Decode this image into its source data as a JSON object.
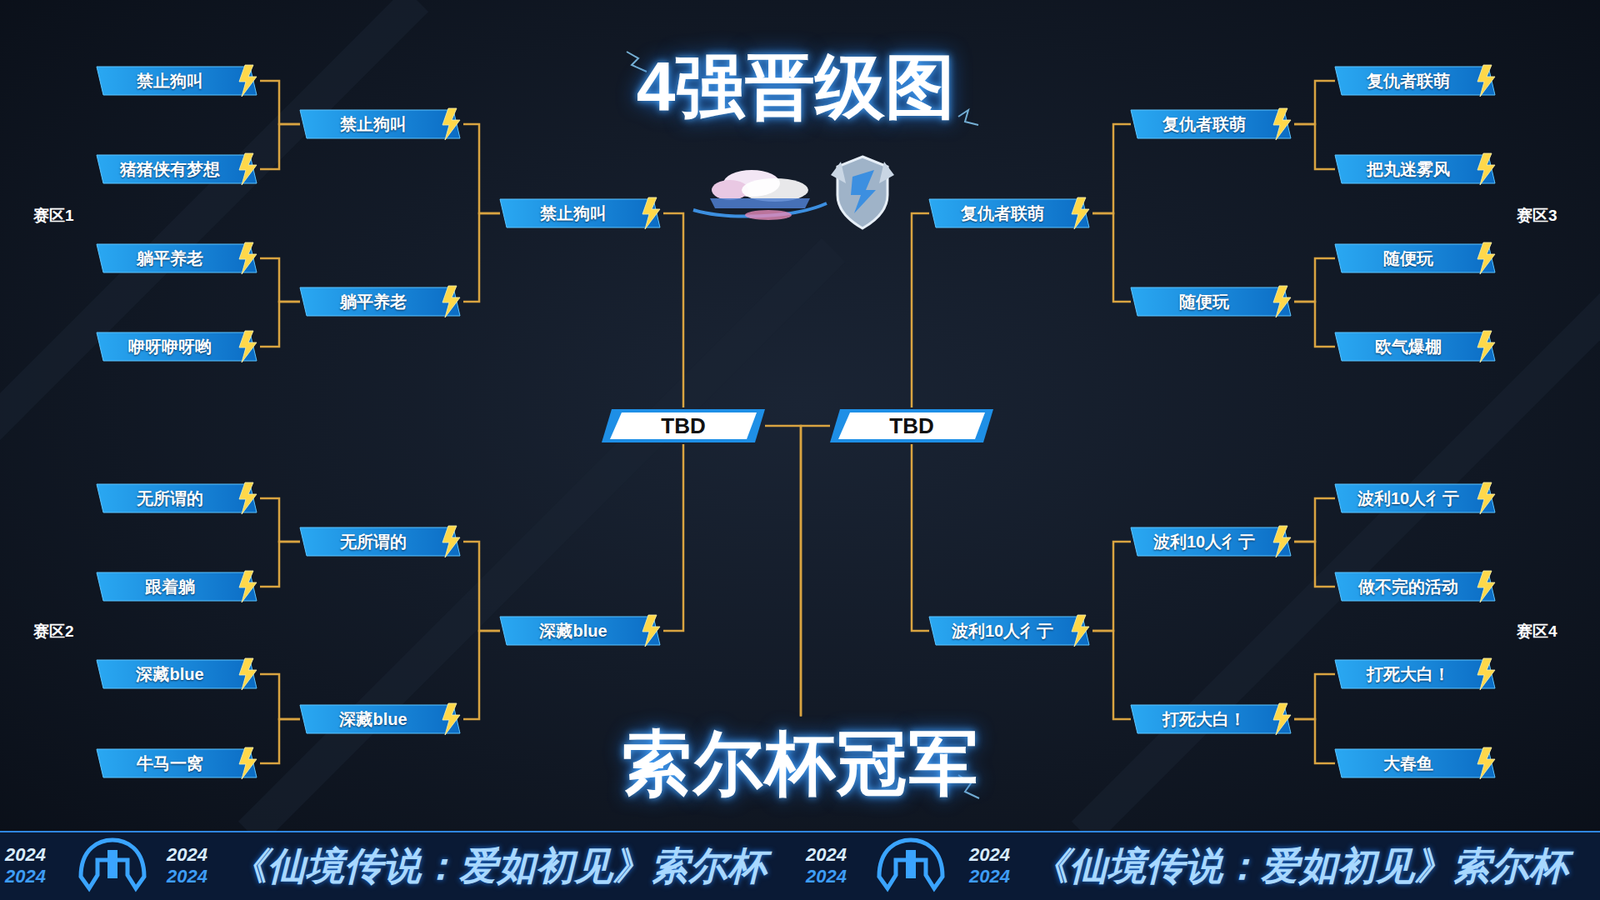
{
  "diagram": {
    "title": "4强晋级图",
    "nodes": [
      {
        "text": [
          "禁止狗叫"
        ]
      },
      {
        "text": [
          "猪猪侠有梦想"
        ]
      },
      {
        "text": [
          "躺平养老"
        ]
      },
      {
        "text": [
          "咿呀咿呀哟"
        ]
      },
      {
        "text": [
          "禁止狗叫"
        ]
      },
      {
        "text": [
          "躺平养老"
        ]
      },
      {
        "text": [
          "禁止狗叫"
        ]
      },
      {
        "text": [
          "复仇者联萌"
        ]
      },
      {
        "text": [
          "把丸迷雾风"
        ]
      },
      {
        "text": [
          "随便玩"
        ]
      },
      {
        "text": [
          "欧气爆棚"
        ]
      },
      {
        "text": [
          "复仇者联萌"
        ]
      },
      {
        "text": [
          "随便玩"
        ]
      },
      {
        "text": [
          "复仇者联萌"
        ]
      },
      {
        "text": [
          "TBD"
        ]
      },
      {
        "text": [
          "TBD"
        ]
      },
      {
        "text": [
          "无所谓的"
        ]
      },
      {
        "text": [
          "跟着躺"
        ]
      },
      {
        "text": [
          "深藏blue"
        ]
      },
      {
        "text": [
          "牛马一窝"
        ]
      },
      {
        "text": [
          "无所谓的"
        ]
      },
      {
        "text": [
          "深藏blue"
        ]
      },
      {
        "text": [
          "深藏blue"
        ]
      },
      {
        "text": [
          "波利10人彳亍"
        ]
      },
      {
        "text": [
          "做不完的活动"
        ]
      },
      {
        "text": [
          "打死大白！"
        ]
      },
      {
        "text": [
          "大春鱼"
        ]
      },
      {
        "text": [
          "波利10人彳亍"
        ]
      },
      {
        "text": [
          "打死大白！"
        ]
      },
      {
        "text": [
          "波利10人彳亍"
        ]
      },
      {
        "text": [
          "索尔杯冠军"
        ]
      }
    ],
    "edges": [
      {
        "from": 0,
        "to": 4,
        "arrow": "none"
      },
      {
        "from": 1,
        "to": 4,
        "arrow": "none"
      },
      {
        "from": 2,
        "to": 5,
        "arrow": "none"
      },
      {
        "from": 3,
        "to": 5,
        "arrow": "none"
      },
      {
        "from": 4,
        "to": 6,
        "arrow": "none"
      },
      {
        "from": 5,
        "to": 6,
        "arrow": "none"
      },
      {
        "from": 6,
        "to": 14,
        "arrow": "none"
      },
      {
        "from": 7,
        "to": 11,
        "arrow": "none"
      },
      {
        "from": 8,
        "to": 11,
        "arrow": "none"
      },
      {
        "from": 9,
        "to": 12,
        "arrow": "none"
      },
      {
        "from": 10,
        "to": 12,
        "arrow": "none"
      },
      {
        "from": 11,
        "to": 13,
        "arrow": "none"
      },
      {
        "from": 12,
        "to": 13,
        "arrow": "none"
      },
      {
        "from": 13,
        "to": 15,
        "arrow": "none"
      },
      {
        "from": 16,
        "to": 20,
        "arrow": "none"
      },
      {
        "from": 17,
        "to": 20,
        "arrow": "none"
      },
      {
        "from": 18,
        "to": 21,
        "arrow": "none"
      },
      {
        "from": 19,
        "to": 21,
        "arrow": "none"
      },
      {
        "from": 20,
        "to": 22,
        "arrow": "none"
      },
      {
        "from": 21,
        "to": 22,
        "arrow": "none"
      },
      {
        "from": 22,
        "to": 14,
        "arrow": "none"
      },
      {
        "from": 23,
        "to": 27,
        "arrow": "none"
      },
      {
        "from": 24,
        "to": 27,
        "arrow": "none"
      },
      {
        "from": 25,
        "to": 28,
        "arrow": "none"
      },
      {
        "from": 26,
        "to": 28,
        "arrow": "none"
      },
      {
        "from": 27,
        "to": 29,
        "arrow": "none"
      },
      {
        "from": 28,
        "to": 29,
        "arrow": "none"
      },
      {
        "from": 29,
        "to": 15,
        "arrow": "none"
      },
      {
        "from": 14,
        "to": 30,
        "arrow": "none"
      },
      {
        "from": 15,
        "to": 30,
        "arrow": "none"
      }
    ],
    "labels": [
      "赛区1",
      "赛区3",
      "赛区2",
      "赛区4",
      "2024",
      "2024",
      "2024",
      "2024",
      "《仙境传说：爱如初见》索尔杯",
      "2024",
      "2024",
      "2024",
      "2024",
      "《仙境传说：爱如初见》索尔杯"
    ]
  }
}
